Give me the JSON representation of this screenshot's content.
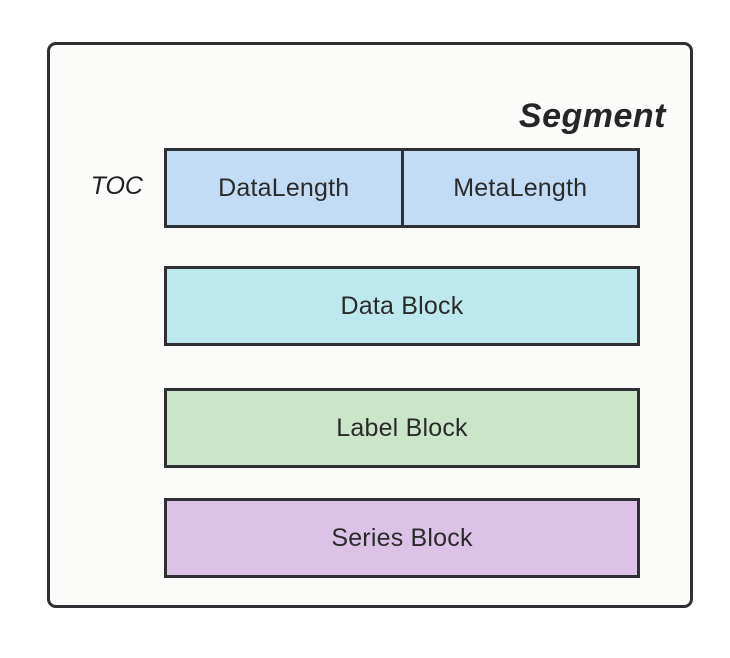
{
  "diagram": {
    "title": "Segment",
    "side_label": "TOC",
    "background_color": "#ffffff",
    "container_fill": "#fbfbfa",
    "stroke_color": "#2f3033",
    "text_color": "#2b2b2b",
    "blocks": [
      {
        "id": "toc",
        "name": "toc-row",
        "fill": "#c2dcf5",
        "cells": [
          {
            "label": "DataLength"
          },
          {
            "label": "MetaLength"
          }
        ]
      },
      {
        "id": "data",
        "name": "data-block",
        "fill": "#bde8ee",
        "cells": [
          {
            "label": "Data Block"
          }
        ]
      },
      {
        "id": "label",
        "name": "label-block",
        "fill": "#cbe5c8",
        "cells": [
          {
            "label": "Label Block"
          }
        ]
      },
      {
        "id": "series",
        "name": "series-block",
        "fill": "#dcc2e6",
        "cells": [
          {
            "label": "Series Block"
          }
        ]
      }
    ]
  }
}
